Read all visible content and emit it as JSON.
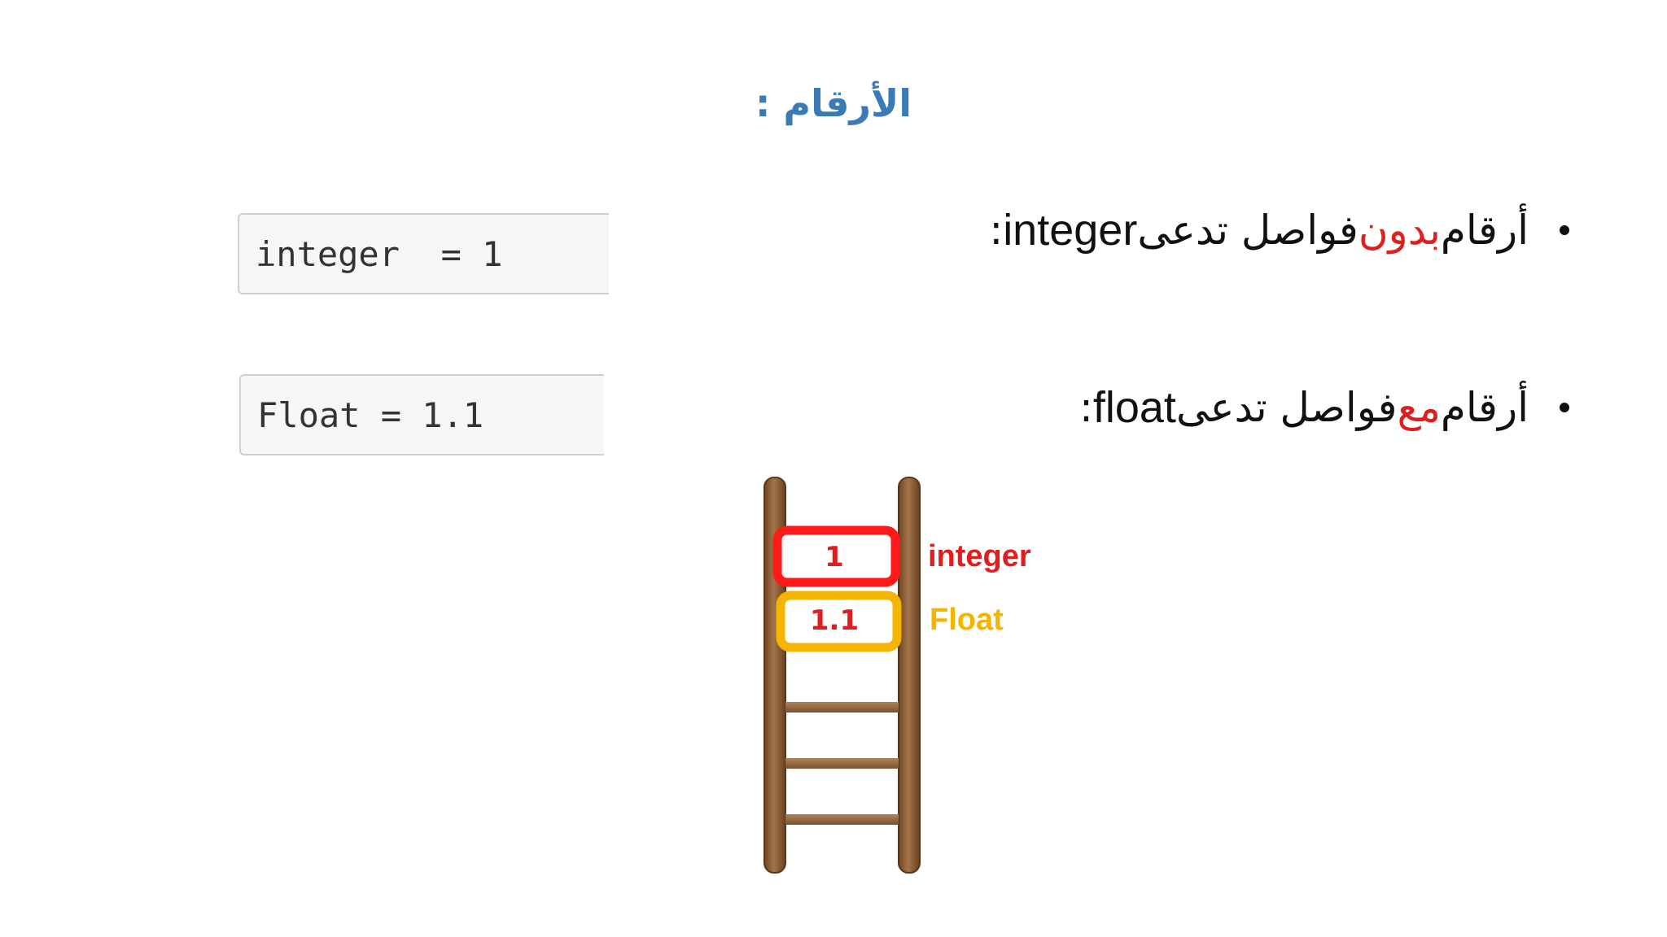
{
  "slide": {
    "title": "الأرقام :"
  },
  "bullets": [
    {
      "prefix": "أرقام ",
      "highlight": "بدون",
      "middle": " فواصل تدعى ",
      "term": "integer",
      "suffix": " :"
    },
    {
      "prefix": "أرقام ",
      "highlight": "مع",
      "middle": " فواصل تدعى ",
      "term": "float",
      "suffix": " :"
    }
  ],
  "code_examples": [
    "integer  = 1",
    "Float = 1.1"
  ],
  "ladder": {
    "integer_value": "1",
    "integer_label": "integer",
    "float_value": "1.1",
    "float_label": "Float"
  },
  "colors": {
    "title": "#3a7bb5",
    "highlight": "#e11d1d",
    "integer_box": "#ff1a1a",
    "float_box": "#f4b400",
    "wood": "#8b5e34"
  }
}
